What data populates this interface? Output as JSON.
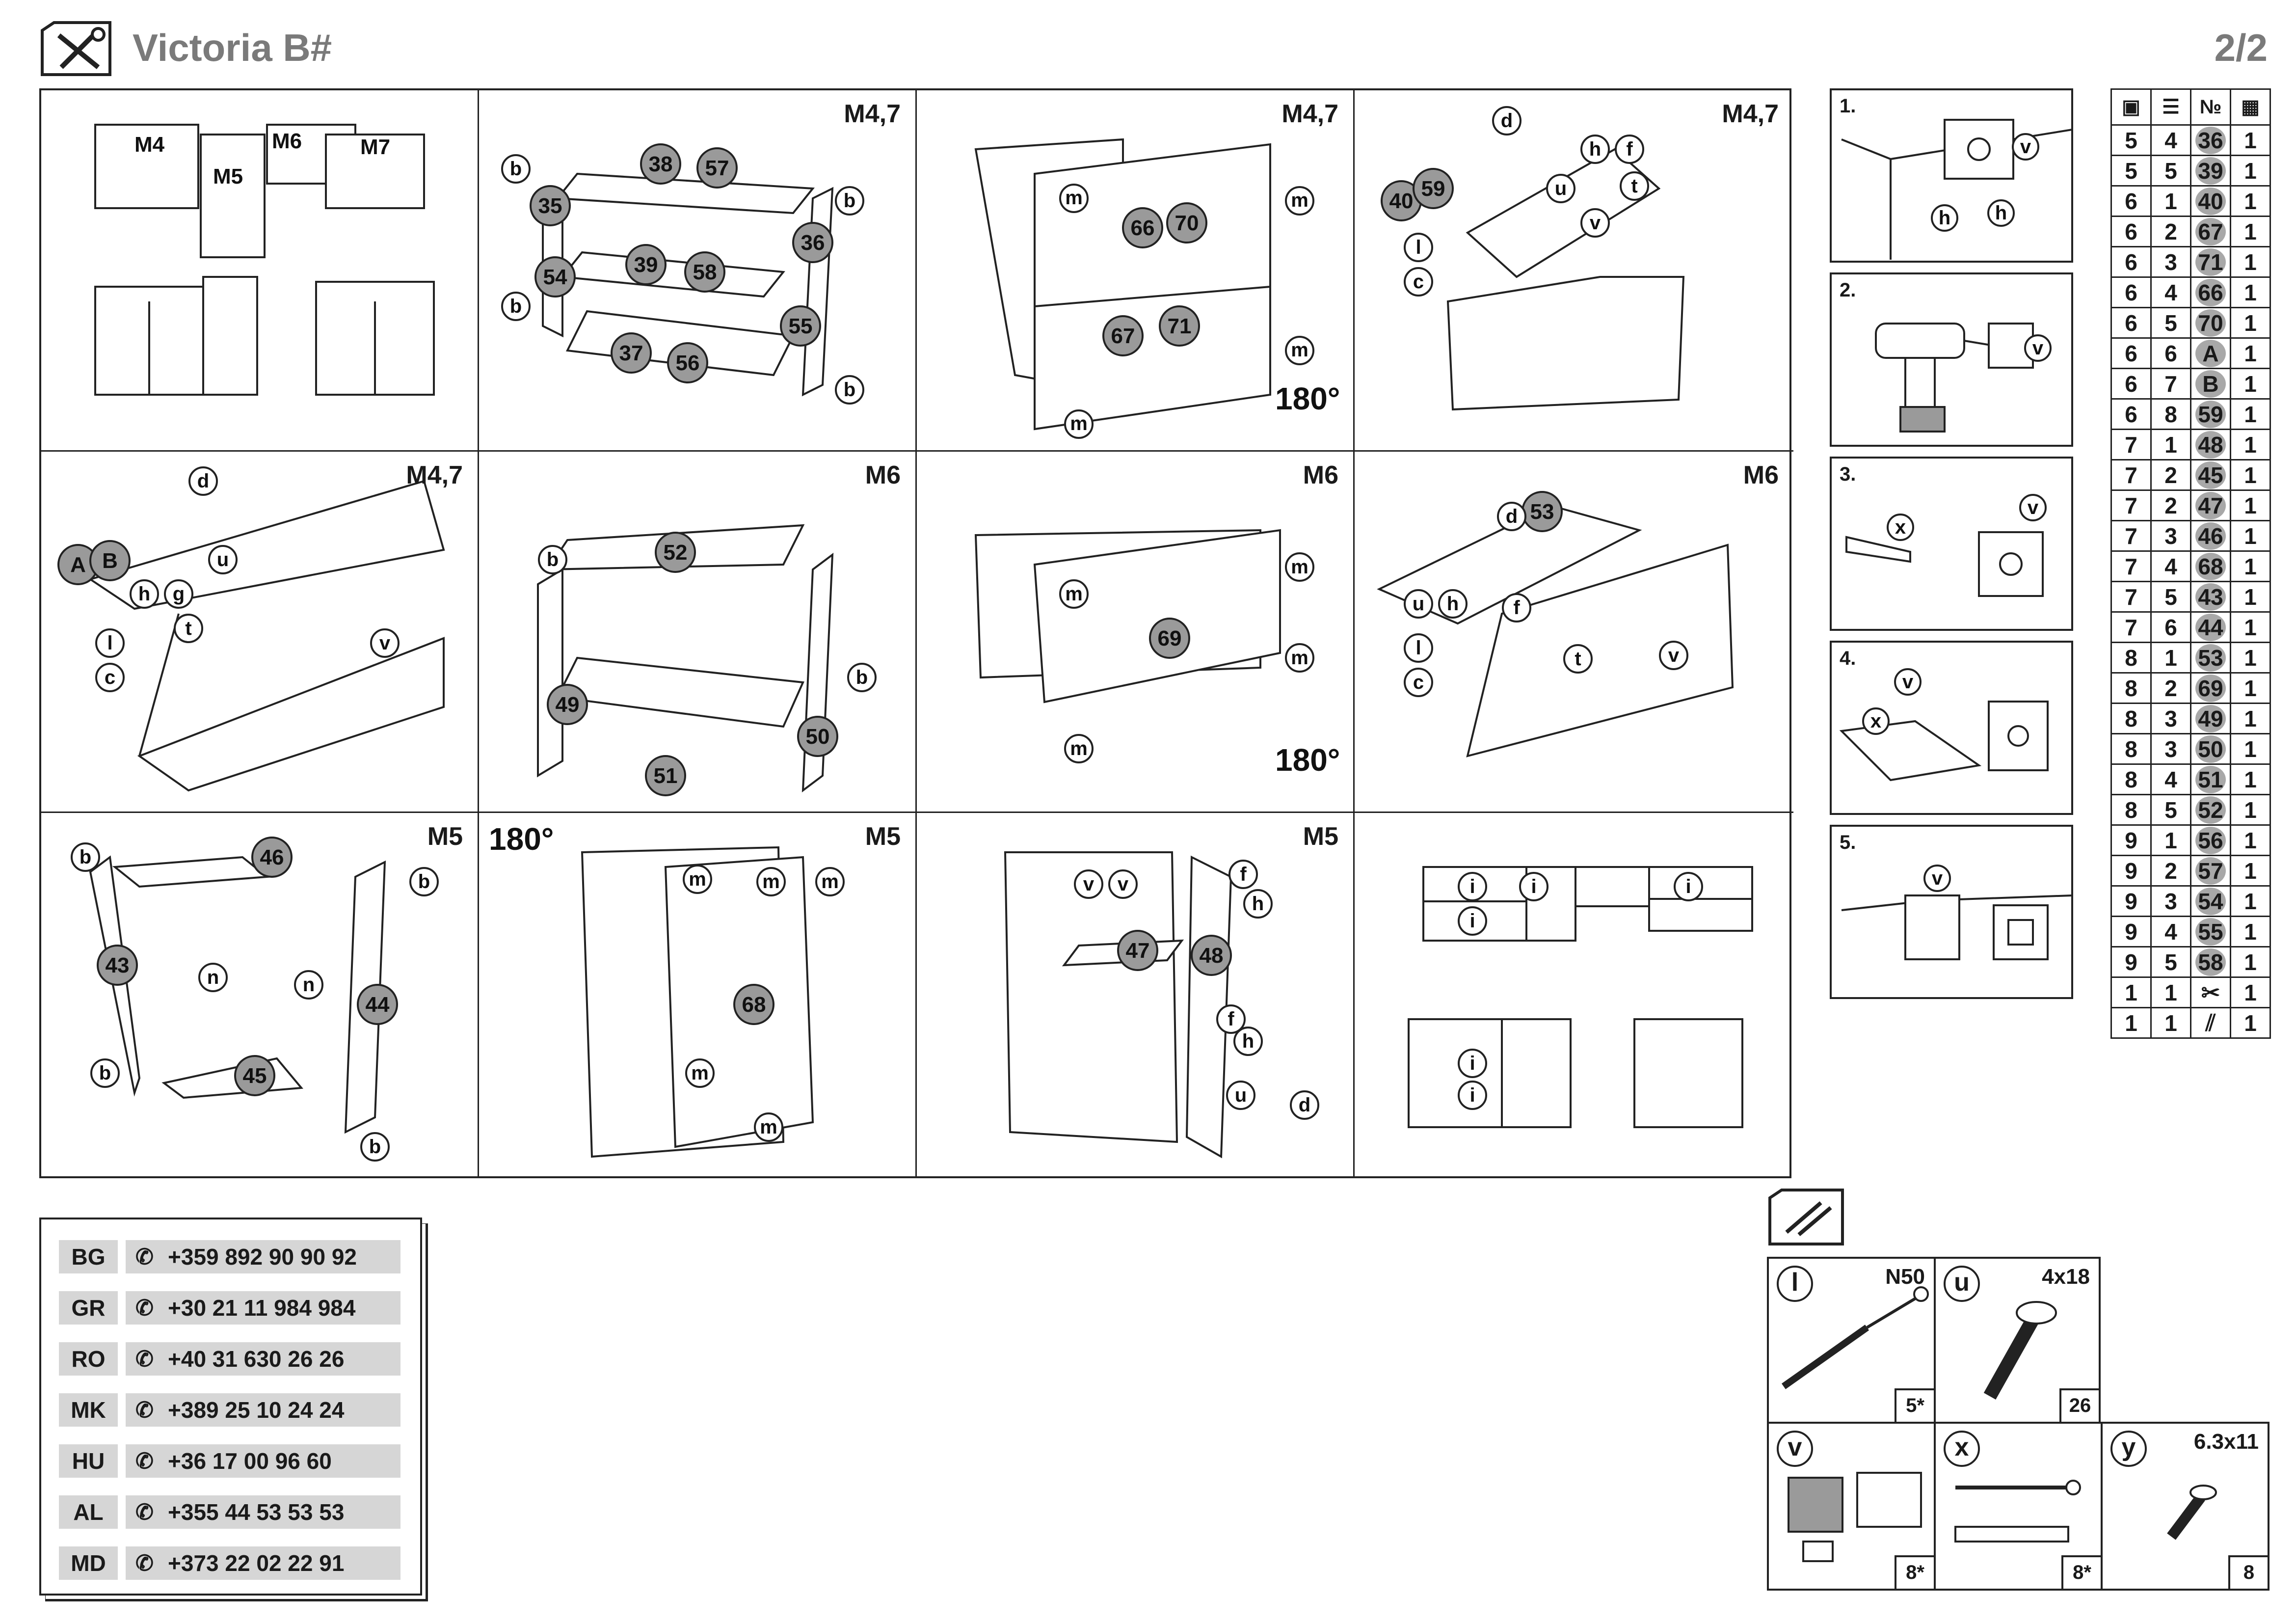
{
  "header": {
    "title": "Victoria B#",
    "page": "2/2"
  },
  "cells": [
    {
      "label": "",
      "modules": [
        "M4",
        "M5",
        "M6",
        "M7"
      ]
    },
    {
      "label": "M4,7",
      "parts": [
        "38",
        "57",
        "35",
        "36",
        "54",
        "39",
        "58",
        "55",
        "37",
        "56"
      ],
      "hardware": [
        "b"
      ]
    },
    {
      "label": "M4,7",
      "parts": [
        "66",
        "70",
        "67",
        "71"
      ],
      "hardware": [
        "m"
      ],
      "rotation": "180°"
    },
    {
      "label": "M4,7",
      "parts": [
        "40",
        "59"
      ],
      "hardware": [
        "d",
        "h",
        "f",
        "u",
        "t",
        "l",
        "c",
        "v"
      ]
    },
    {
      "label": "M4,7",
      "parts": [
        "A",
        "B"
      ],
      "hardware": [
        "d",
        "u",
        "h",
        "g",
        "t",
        "l",
        "c",
        "v"
      ]
    },
    {
      "label": "M6",
      "parts": [
        "52",
        "49",
        "50",
        "51"
      ],
      "hardware": [
        "b"
      ]
    },
    {
      "label": "M6",
      "parts": [
        "69"
      ],
      "hardware": [
        "m"
      ],
      "rotation": "180°"
    },
    {
      "label": "M6",
      "parts": [
        "53"
      ],
      "hardware": [
        "d",
        "u",
        "h",
        "f",
        "t",
        "l",
        "c",
        "v"
      ]
    },
    {
      "label": "M5",
      "parts": [
        "46",
        "43",
        "44",
        "45"
      ],
      "hardware": [
        "b",
        "n"
      ]
    },
    {
      "label": "M5",
      "parts": [
        "68"
      ],
      "hardware": [
        "m"
      ],
      "rotation": "180°"
    },
    {
      "label": "M5",
      "parts": [
        "47",
        "48"
      ],
      "hardware": [
        "v",
        "f",
        "h",
        "u",
        "d"
      ]
    },
    {
      "label": "",
      "hardware": [
        "i"
      ]
    }
  ],
  "steps": [
    "1.",
    "2.",
    "3.",
    "4.",
    "5."
  ],
  "step_hardware": [
    [
      "v",
      "h",
      "h"
    ],
    [
      "v"
    ],
    [
      "x",
      "v"
    ],
    [
      "v",
      "x"
    ],
    [
      "v"
    ]
  ],
  "parts_table": {
    "rows": [
      [
        "5",
        "4",
        "36",
        "1"
      ],
      [
        "5",
        "5",
        "39",
        "1"
      ],
      [
        "6",
        "1",
        "40",
        "1"
      ],
      [
        "6",
        "2",
        "67",
        "1"
      ],
      [
        "6",
        "3",
        "71",
        "1"
      ],
      [
        "6",
        "4",
        "66",
        "1"
      ],
      [
        "6",
        "5",
        "70",
        "1"
      ],
      [
        "6",
        "6",
        "A",
        "1"
      ],
      [
        "6",
        "7",
        "B",
        "1"
      ],
      [
        "6",
        "8",
        "59",
        "1"
      ],
      [
        "7",
        "1",
        "48",
        "1"
      ],
      [
        "7",
        "2",
        "45",
        "1"
      ],
      [
        "7",
        "2",
        "47",
        "1"
      ],
      [
        "7",
        "3",
        "46",
        "1"
      ],
      [
        "7",
        "4",
        "68",
        "1"
      ],
      [
        "7",
        "5",
        "43",
        "1"
      ],
      [
        "7",
        "6",
        "44",
        "1"
      ],
      [
        "8",
        "1",
        "53",
        "1"
      ],
      [
        "8",
        "2",
        "69",
        "1"
      ],
      [
        "8",
        "3",
        "49",
        "1"
      ],
      [
        "8",
        "3",
        "50",
        "1"
      ],
      [
        "8",
        "4",
        "51",
        "1"
      ],
      [
        "8",
        "5",
        "52",
        "1"
      ],
      [
        "9",
        "1",
        "56",
        "1"
      ],
      [
        "9",
        "2",
        "57",
        "1"
      ],
      [
        "9",
        "3",
        "54",
        "1"
      ],
      [
        "9",
        "4",
        "55",
        "1"
      ],
      [
        "9",
        "5",
        "58",
        "1"
      ],
      [
        "1",
        "1",
        "",
        "1"
      ],
      [
        "1",
        "1",
        "",
        "1"
      ]
    ],
    "header_no": "№"
  },
  "contacts": [
    {
      "code": "BG",
      "phone": "+359 892 90 90 92"
    },
    {
      "code": "GR",
      "phone": "+30 21 11 984 984"
    },
    {
      "code": "RO",
      "phone": "+40 31 630 26 26"
    },
    {
      "code": "MK",
      "phone": "+389 25 10 24 24"
    },
    {
      "code": "HU",
      "phone": "+36 17 00 96 60"
    },
    {
      "code": "AL",
      "phone": "+355 44 53 53 53"
    },
    {
      "code": "MD",
      "phone": "+373 22 02 22 91"
    }
  ],
  "hardware": [
    {
      "letter": "l",
      "spec": "N50",
      "qty": "5*"
    },
    {
      "letter": "u",
      "spec": "4x18",
      "qty": "26"
    },
    {
      "letter": "v",
      "spec": "",
      "qty": "8*"
    },
    {
      "letter": "x",
      "spec": "",
      "qty": "8*"
    },
    {
      "letter": "y",
      "spec": "6.3x11",
      "qty": "8"
    }
  ]
}
